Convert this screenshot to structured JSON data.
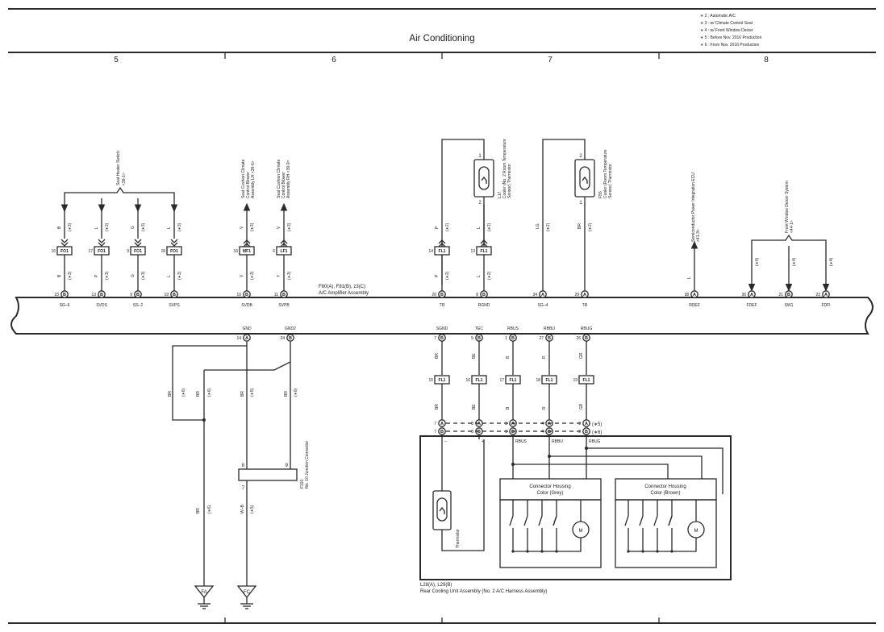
{
  "title": "Air Conditioning",
  "notes": [
    "∗ 2 : Automatic A/C",
    "∗ 3 : w/ Climate Control Seat",
    "∗ 4 : w/ Front Window Deicer",
    "∗ 5 : Before Nov. 2016 Production",
    "∗ 6 : From Nov. 2016 Production"
  ],
  "columns": [
    "5",
    "6",
    "7",
    "8"
  ],
  "components": {
    "seat_heater_switch": {
      "name": "Seat Heater Switch",
      "ref": "<38-1>"
    },
    "seat_cushion_lh": {
      "line1": "Seat Cushion Climate",
      "line2": "Control Blower",
      "line3": "Assembly LH <39-6>"
    },
    "seat_cushion_rh": {
      "line1": "Seat Cushion Climate",
      "line2": "Control Blower",
      "line3": "Assembly RH <39-9>"
    },
    "l17": {
      "id": "L17",
      "line1": "Cooler (No. 2 Room Temperature",
      "line2": "Sensor) Thermistor"
    },
    "f55": {
      "id": "F55",
      "line1": "Cooler (Room Temperature",
      "line2": "Sensor) Thermistor"
    },
    "ecu": {
      "name": "Semiconductor Power Integration ECU",
      "ref": "<41-3>"
    },
    "deicer": {
      "name": "Front Window Deicer System",
      "ref": "<44-1>"
    },
    "amp": {
      "line1": "F80(A), F81(B), z3(C)",
      "line2": "A/C Amplifier Assembly"
    },
    "junction": {
      "id": "F191",
      "name": "No. 10 Junction Connector"
    },
    "rear": {
      "line1": "L28(A), L29(B)",
      "line2": "Rear Cooling Unit Assembly (No. 2 A/C Harness Assembly)"
    },
    "thermistor": "Thermistor",
    "housing_grey": {
      "line1": "Connector Housing",
      "line2": "Color (Grey)"
    },
    "housing_brown": {
      "line1": "Connector Housing",
      "line2": "Color (Brown)"
    },
    "motor": "M"
  },
  "pins_top": [
    {
      "name": "SG–6",
      "pin": "23",
      "conn": "B",
      "wire": "B",
      "opt": "(∗3)",
      "fpin": "16",
      "fconn": "FO1",
      "wire_up": "B",
      "opt_up": "(∗3)"
    },
    {
      "name": "SVDS",
      "pin": "13",
      "conn": "B",
      "wire": "P",
      "opt": "(∗3)",
      "fpin": "17",
      "fconn": "FO1",
      "wire_up": "L",
      "opt_up": "(∗3)"
    },
    {
      "name": "SS–2",
      "pin": "9",
      "conn": "B",
      "wire": "G",
      "opt": "(∗3)",
      "fpin": "9",
      "fconn": "FO1",
      "wire_up": "G",
      "opt_up": "(∗3)"
    },
    {
      "name": "SVPS",
      "pin": "19",
      "conn": "B",
      "wire": "L",
      "opt": "(∗3)",
      "fpin": "18",
      "fconn": "FO1",
      "wire_up": "L",
      "opt_up": "(∗3)"
    },
    {
      "name": "SVDB",
      "pin": "10",
      "conn": "B",
      "wire": "V",
      "opt": "(∗3)",
      "fpin": "16",
      "fconn": "MF1",
      "wire_up": "V",
      "opt_up": "(∗3)"
    },
    {
      "name": "SVPB",
      "pin": "11",
      "conn": "B",
      "wire": "Y",
      "opt": "(∗3)",
      "fpin": "6",
      "fconn": "LF1",
      "wire_up": "V",
      "opt_up": "(∗3)"
    },
    {
      "name": "TR",
      "pin": "20",
      "conn": "B",
      "wire": "P",
      "opt": "(∗2)",
      "fpin": "14",
      "fconn": "FL1",
      "wire_up": "P",
      "opt_up": "(∗2)"
    },
    {
      "name": "RGND",
      "pin": "8",
      "conn": "B",
      "wire": "L",
      "opt": "(∗2)",
      "fpin": "13",
      "fconn": "FL1",
      "wire_up": "L",
      "opt_up": "(∗2)"
    },
    {
      "name": "SG–4",
      "pin": "34",
      "conn": "A",
      "wire": "LG",
      "opt": "(∗2)"
    },
    {
      "name": "TR",
      "pin": "29",
      "conn": "A",
      "wire": "BR",
      "opt": "(∗2)"
    },
    {
      "name": "RDEF",
      "pin": "38",
      "conn": "A",
      "wire": "L",
      "opt": ""
    },
    {
      "name": "FDEF",
      "pin": "36",
      "conn": "A",
      "wire": "",
      "opt": "(∗4)"
    },
    {
      "name": "SW1",
      "pin": "21",
      "conn": "B",
      "wire": "",
      "opt": "(∗4)"
    },
    {
      "name": "FDFI",
      "pin": "23",
      "conn": "A",
      "wire": "",
      "opt": "(∗4)"
    }
  ],
  "thermistor_pins": {
    "l17_top": "1",
    "l17_bot": "2",
    "f55_top": "2",
    "f55_bot": "1"
  },
  "pins_bottom": [
    {
      "name": "GND",
      "pin": "14",
      "conn": "A"
    },
    {
      "name": "GND2",
      "pin": "24",
      "conn": "B"
    },
    {
      "name": "SGND",
      "pin": "7",
      "conn": "B",
      "wire": "BR",
      "fpin": "15",
      "fconn": "FL1",
      "wire2": "BR",
      "p1": "7",
      "p2": "7",
      "inner": "–"
    },
    {
      "name": "TEC",
      "pin": "5",
      "conn": "B",
      "wire": "BE",
      "fpin": "16",
      "fconn": "FL1",
      "wire2": "BE",
      "p1": "8",
      "p2": "8",
      "inner": "+"
    },
    {
      "name": "RBUS",
      "pin": "1",
      "conn": "B",
      "wire": "B",
      "fpin": "17",
      "fconn": "FL1",
      "wire2": "B",
      "p1": "3",
      "p2": "3",
      "inner": "RBUS"
    },
    {
      "name": "RBBU",
      "pin": "27",
      "conn": "B",
      "wire": "R",
      "fpin": "18",
      "fconn": "FL1",
      "wire2": "R",
      "p1": "4",
      "p2": "4",
      "inner": "RBBU"
    },
    {
      "name": "RBUG",
      "pin": "26",
      "conn": "B",
      "wire": "GR",
      "fpin": "19",
      "fconn": "FL1",
      "wire2": "GR",
      "p1": "2",
      "p2": "2",
      "inner": "RBUG"
    }
  ],
  "rear_opts": [
    "(∗5)",
    "(∗6)"
  ],
  "gnd_wires": {
    "w1": "BR",
    "o1": "(∗6)",
    "w2": "BR",
    "o2": "(∗6)",
    "w3": "BR",
    "o3": "(∗5)",
    "w4": "BR",
    "o4": "(∗6)",
    "w5": "BR",
    "o5": "(∗6)",
    "w6": "W–B",
    "o6": "(∗5)"
  },
  "junction_pins": {
    "a": "8",
    "b": "9",
    "c": "7"
  },
  "grounds": [
    "FA",
    "FC"
  ]
}
